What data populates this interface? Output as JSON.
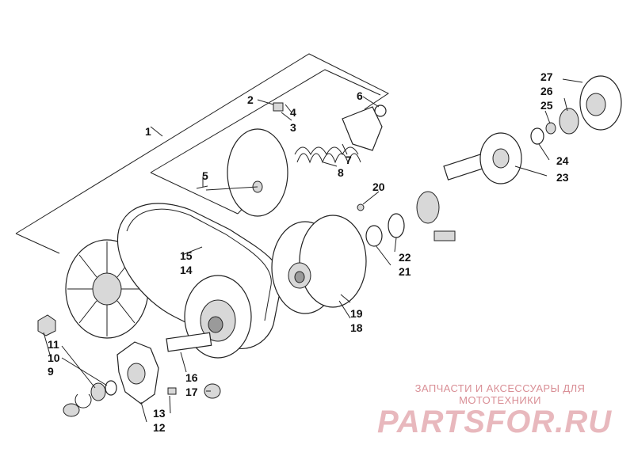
{
  "callouts": {
    "c1": "1",
    "c2": "2",
    "c3": "3",
    "c4": "4",
    "c5": "5",
    "c6": "6",
    "c7": "7",
    "c8": "8",
    "c9": "9",
    "c10": "10",
    "c11": "11",
    "c12": "12",
    "c13": "13",
    "c14": "14",
    "c15": "15",
    "c16": "16",
    "c17": "17",
    "c18": "18",
    "c19": "19",
    "c20": "20",
    "c21": "21",
    "c22": "22",
    "c23": "23",
    "c24": "24",
    "c25": "25",
    "c26": "26",
    "c27": "27"
  },
  "watermark": {
    "tagline": "ЗАПЧАСТИ И АКСЕССУАРЫ ДЛЯ МОТОТЕХНИКИ",
    "logo": "PARTSFOR.RU"
  }
}
